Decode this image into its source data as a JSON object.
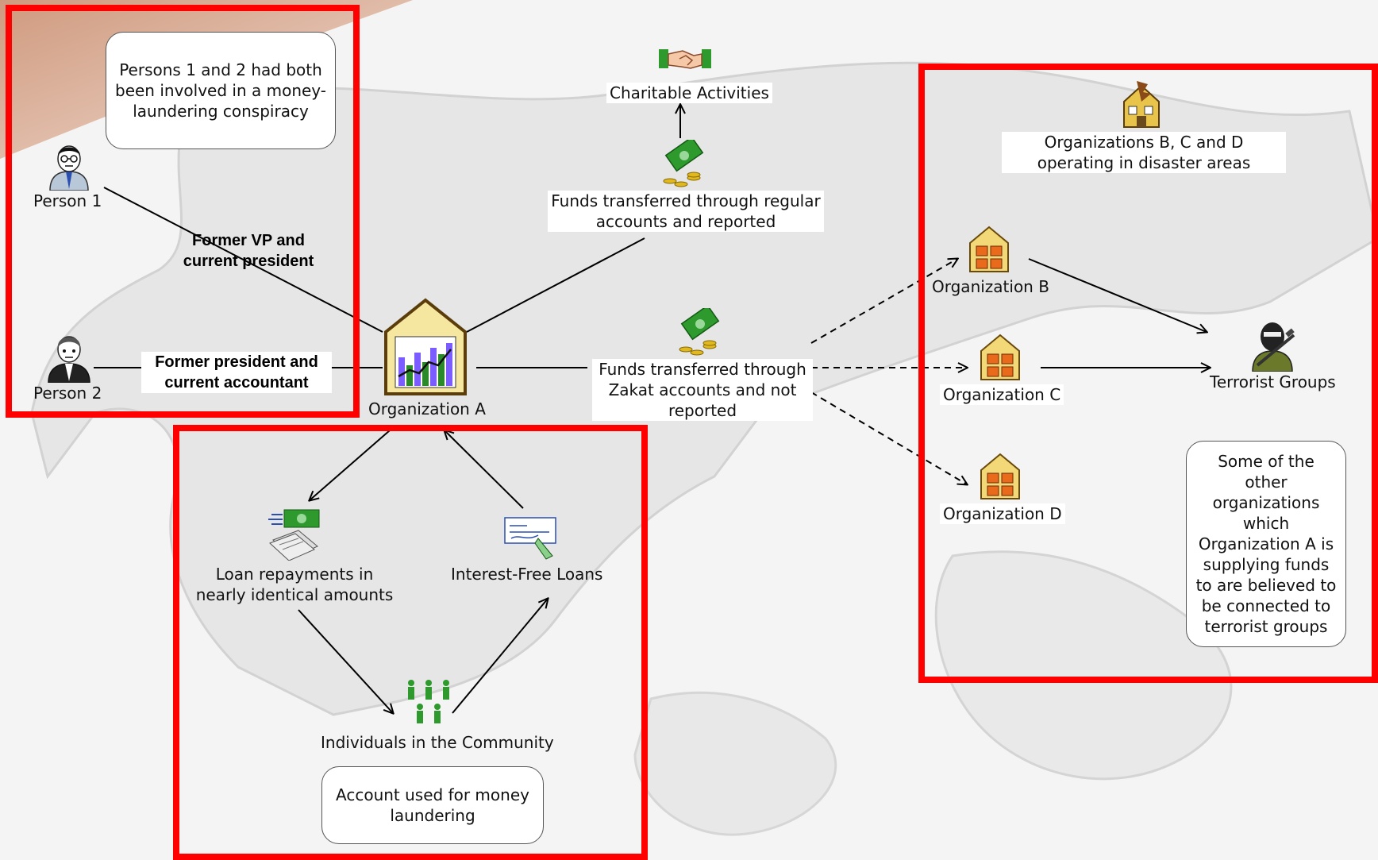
{
  "notes": {
    "persons_conspiracy": "Persons 1 and 2 had both been involved in a money-laundering conspiracy",
    "money_laundering_account": "Account used for money laundering",
    "other_orgs": "Some of the other organizations which Organization A is supplying funds to are believed to be connected to terrorist groups"
  },
  "nodes": {
    "person1": "Person 1",
    "person2": "Person 2",
    "org_a": "Organization A",
    "charitable": "Charitable Activities",
    "funds_regular": "Funds transferred through regular accounts and reported",
    "funds_zakat": "Funds transferred through Zakat accounts and not reported",
    "orgs_bcd": "Organizations B, C and D operating in disaster areas",
    "org_b": "Organization B",
    "org_c": "Organization C",
    "org_d": "Organization D",
    "terrorist": "Terrorist Groups",
    "loan_repay": "Loan repayments in nearly identical amounts",
    "interest_free": "Interest-Free Loans",
    "individuals": "Individuals in the Community"
  },
  "edge_labels": {
    "p1_rel": "Former VP and current president",
    "p2_rel": "Former president and current accountant"
  },
  "colors": {
    "highlight_box": "#ff0000",
    "money": "#2e9a2e",
    "building": "#e8c54a"
  }
}
